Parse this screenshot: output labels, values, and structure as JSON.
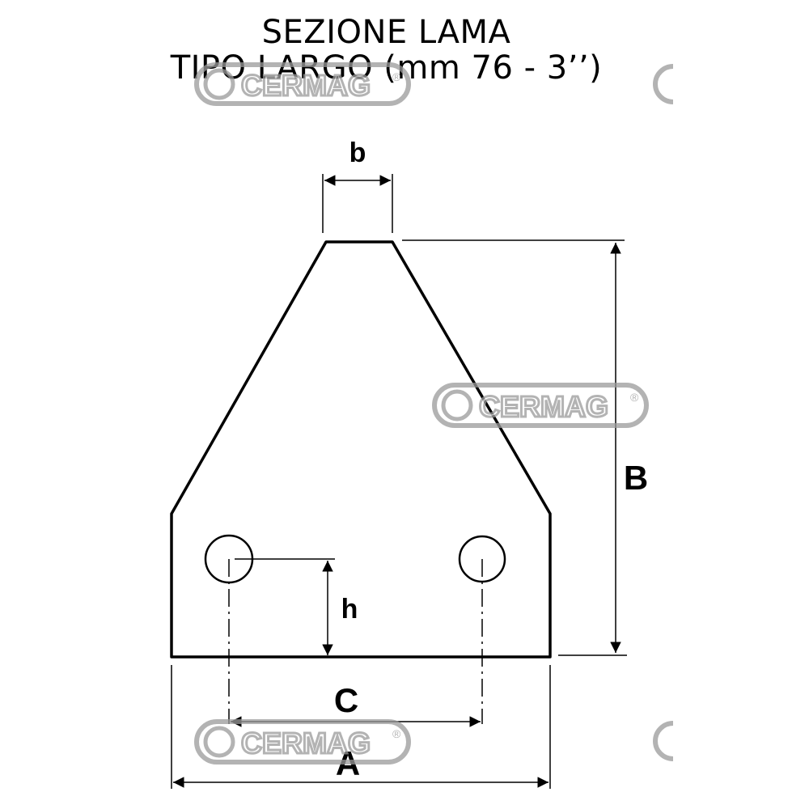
{
  "title": {
    "line1": "SEZIONE LAMA",
    "line2": "TIPO LARGO (mm 76 - 3’’)"
  },
  "labels": {
    "b": "b",
    "B": "B",
    "h": "h",
    "C": "C",
    "A": "A"
  },
  "watermark": {
    "text": "CERMAG",
    "registered": "®"
  },
  "colors": {
    "line": "#000000",
    "watermark": "#9a9a9a"
  }
}
